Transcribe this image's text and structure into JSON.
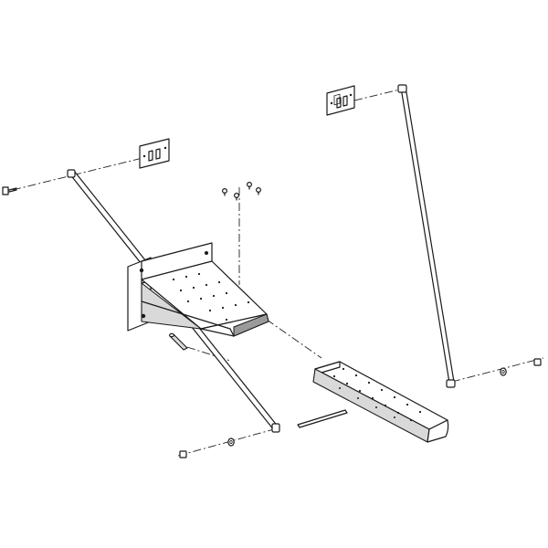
{
  "diagram": {
    "type": "exploded-assembly",
    "colors": {
      "line": "#1a1a1a",
      "background": "#ffffff",
      "shade": "#d9d9d9"
    },
    "parts": [
      "wall-bracket",
      "step-tread",
      "support-rod-left",
      "support-rod-right",
      "wall-plate-left",
      "wall-plate-right",
      "mounting-screws",
      "connector-pin",
      "dowel-rod",
      "bolt",
      "washers",
      "nuts"
    ]
  }
}
